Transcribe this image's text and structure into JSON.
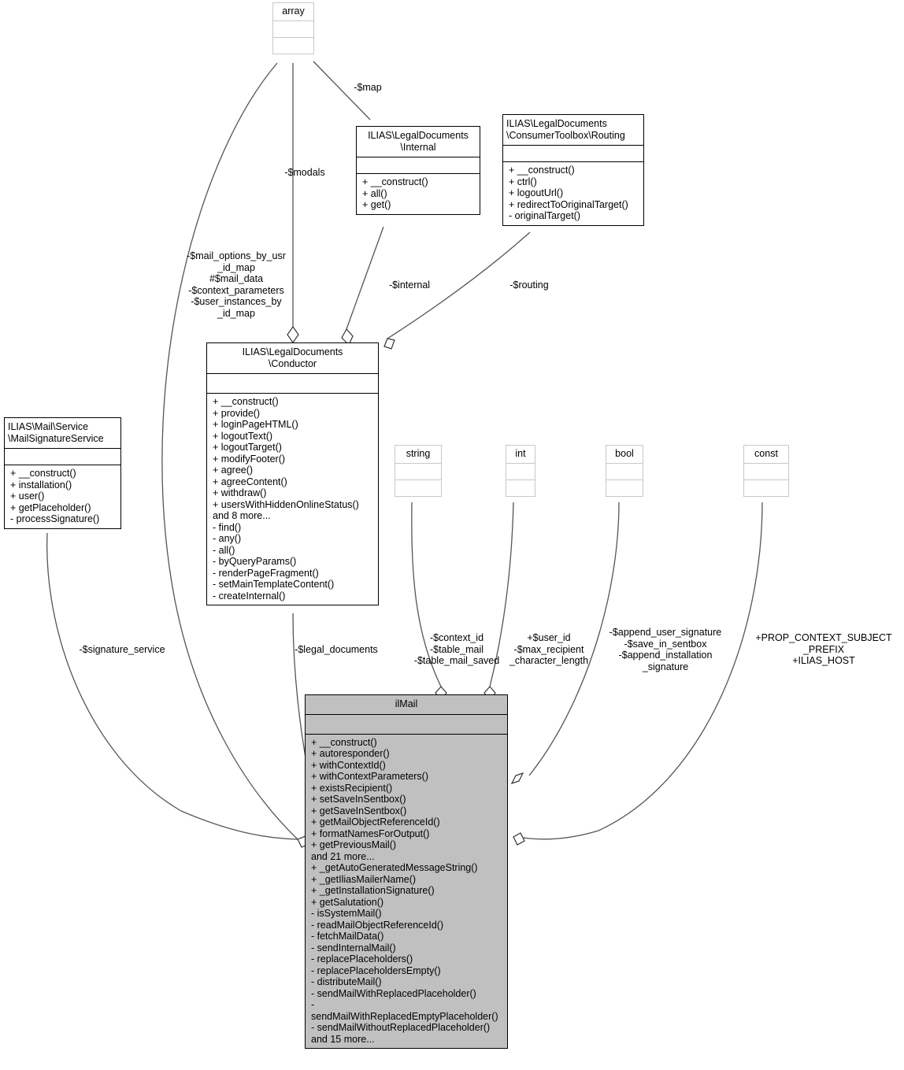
{
  "diagram": {
    "kind": "uml-class-diagram",
    "highlight_color": "#c0c0c0",
    "line_color": "#4d4d4d",
    "nodes": [
      {
        "id": "array",
        "name": "array",
        "style": "light",
        "title": "array",
        "attributes": [],
        "operations": []
      },
      {
        "id": "internal",
        "name": "ilias-legaldocuments-internal",
        "style": "plain",
        "title": "ILIAS\\LegalDocuments\n\\Internal",
        "attributes": [],
        "operations": [
          "+ __construct()",
          "+ all()",
          "+ get()"
        ]
      },
      {
        "id": "routing",
        "name": "ilias-legaldocuments-consumertoolbox-routing",
        "style": "plain",
        "title": "ILIAS\\LegalDocuments\n\\ConsumerToolbox\\Routing",
        "attributes": [],
        "operations": [
          "+ __construct()",
          "+ ctrl()",
          "+ logoutUrl()",
          "+ redirectToOriginalTarget()",
          "- originalTarget()"
        ]
      },
      {
        "id": "conductor",
        "name": "ilias-legaldocuments-conductor",
        "style": "plain",
        "title": "ILIAS\\LegalDocuments\n\\Conductor",
        "attributes": [],
        "operations": [
          "+ __construct()",
          "+ provide()",
          "+ loginPageHTML()",
          "+ logoutText()",
          "+ logoutTarget()",
          "+ modifyFooter()",
          "+ agree()",
          "+ agreeContent()",
          "+ withdraw()",
          "+ usersWithHiddenOnlineStatus()",
          "and 8 more...",
          "- find()",
          "- any()",
          "- all()",
          "- byQueryParams()",
          "- renderPageFragment()",
          "- setMainTemplateContent()",
          "- createInternal()"
        ]
      },
      {
        "id": "mailsignatureservice",
        "name": "ilias-mail-service-mailsignatureservice",
        "style": "plain",
        "title": "ILIAS\\Mail\\Service\n\\MailSignatureService",
        "attributes": [],
        "operations": [
          "+ __construct()",
          "+ installation()",
          "+ user()",
          "+ getPlaceholder()",
          "- processSignature()"
        ]
      },
      {
        "id": "string",
        "name": "string",
        "style": "light",
        "title": "string",
        "attributes": [],
        "operations": []
      },
      {
        "id": "int",
        "name": "int",
        "style": "light",
        "title": "int",
        "attributes": [],
        "operations": []
      },
      {
        "id": "bool",
        "name": "bool",
        "style": "light",
        "title": "bool",
        "attributes": [],
        "operations": []
      },
      {
        "id": "const",
        "name": "const",
        "style": "light",
        "title": "const",
        "attributes": [],
        "operations": []
      },
      {
        "id": "ilmail",
        "name": "ilmail",
        "style": "highlight",
        "title": "ilMail",
        "attributes": [],
        "operations": [
          "+ __construct()",
          "+ autoresponder()",
          "+ withContextId()",
          "+ withContextParameters()",
          "+ existsRecipient()",
          "+ setSaveInSentbox()",
          "+ getSaveInSentbox()",
          "+ getMailObjectReferenceId()",
          "+ formatNamesForOutput()",
          "+ getPreviousMail()",
          "and 21 more...",
          "+ _getAutoGeneratedMessageString()",
          "+ _getIliasMailerName()",
          "+ _getInstallationSignature()",
          "+ getSalutation()",
          "- isSystemMail()",
          "- readMailObjectReferenceId()",
          "- fetchMailData()",
          "- sendInternalMail()",
          "- replacePlaceholders()",
          "- replacePlaceholdersEmpty()",
          "- distributeMail()",
          "- sendMailWithReplacedPlaceholder()",
          "- sendMailWithReplacedEmptyPlaceholder()",
          "- sendMailWithoutReplacedPlaceholder()",
          "and 15 more..."
        ]
      }
    ],
    "edge_labels": [
      {
        "id": "map",
        "text": "-$map"
      },
      {
        "id": "modals",
        "text": "-$modals"
      },
      {
        "id": "mail_options",
        "text": "-$mail_options_by_usr\n_id_map\n#$mail_data\n-$context_parameters\n-$user_instances_by\n_id_map"
      },
      {
        "id": "internal",
        "text": "-$internal"
      },
      {
        "id": "routing",
        "text": "-$routing"
      },
      {
        "id": "signature_service",
        "text": "-$signature_service"
      },
      {
        "id": "legal_documents",
        "text": "-$legal_documents"
      },
      {
        "id": "context_id",
        "text": "-$context_id\n-$table_mail\n-$table_mail_saved"
      },
      {
        "id": "user_id",
        "text": "+$user_id\n-$max_recipient\n_character_length"
      },
      {
        "id": "append_user_signature",
        "text": "-$append_user_signature\n-$save_in_sentbox\n-$append_installation\n_signature"
      },
      {
        "id": "prop_context",
        "text": "+PROP_CONTEXT_SUBJECT\n_PREFIX\n+ILIAS_HOST"
      }
    ]
  }
}
